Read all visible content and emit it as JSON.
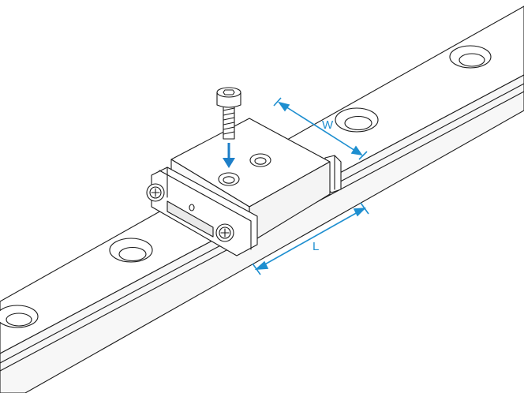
{
  "diagram": {
    "dimension_labels": {
      "width": "W",
      "length": "L"
    },
    "colors": {
      "line": "#1a1a1a",
      "dimension": "#1e8fd0",
      "screw_arrow": "#1e7fc8",
      "fill": "#ffffff"
    },
    "parts": [
      "rail",
      "carriage-block",
      "mounting-screw",
      "end-seal",
      "grease-nipple-screw"
    ]
  }
}
